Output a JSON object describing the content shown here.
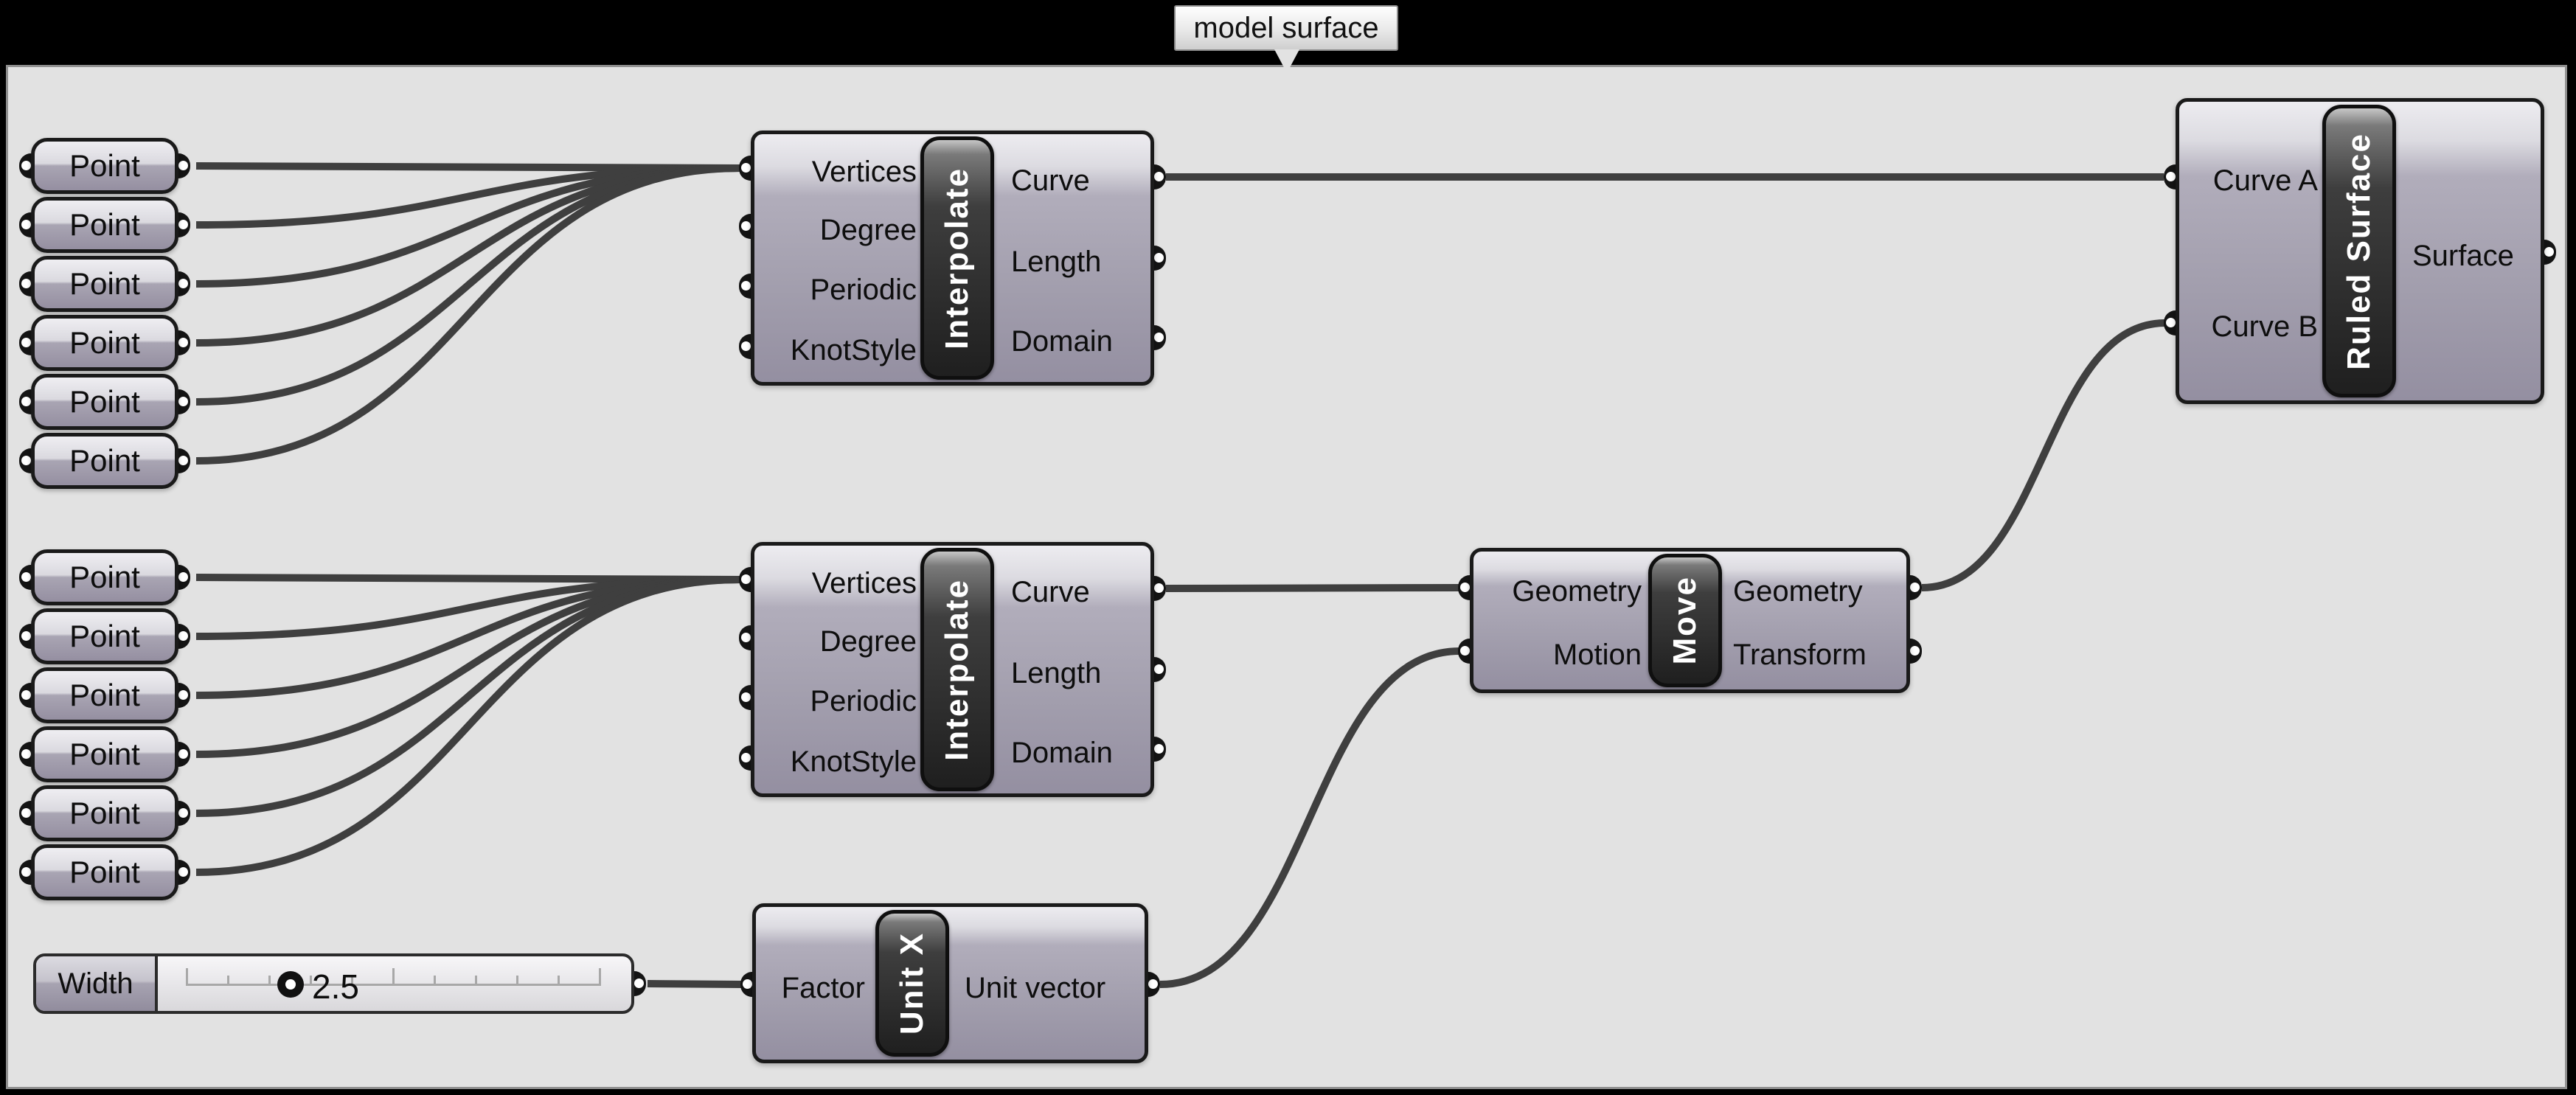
{
  "tooltip": {
    "text": "model surface"
  },
  "point_source": {
    "label": "Point"
  },
  "interpolate": {
    "name": "Interpolate",
    "inputs": [
      "Vertices",
      "Degree",
      "Periodic",
      "KnotStyle"
    ],
    "outputs": [
      "Curve",
      "Length",
      "Domain"
    ]
  },
  "move": {
    "name": "Move",
    "inputs": [
      "Geometry",
      "Motion"
    ],
    "outputs": [
      "Geometry",
      "Transform"
    ]
  },
  "unit_x": {
    "name": "Unit X",
    "inputs": [
      "Factor"
    ],
    "outputs": [
      "Unit vector"
    ]
  },
  "ruled_surface": {
    "name": "Ruled Surface",
    "inputs": [
      "Curve A",
      "Curve B"
    ],
    "outputs": [
      "Surface"
    ]
  },
  "slider": {
    "label": "Width",
    "value": "2.5",
    "tick_count": 11,
    "tall_ticks": [
      0,
      5,
      10
    ]
  },
  "colors": {
    "canvas": "#e2e2e2",
    "wire": "#3f3f3f",
    "frame": "#000000",
    "node_body": "#a39fae"
  }
}
